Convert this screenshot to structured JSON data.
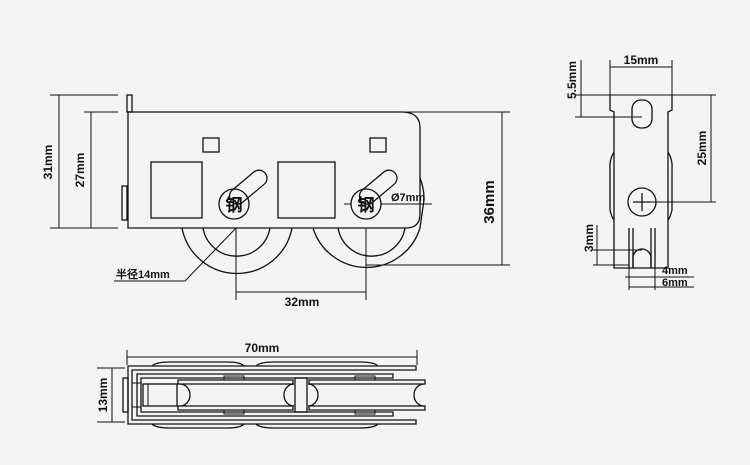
{
  "diagram": {
    "background": "#f4f4f4",
    "line_color": "#111111",
    "front_view": {
      "dim_total_height": "31mm",
      "dim_body_height": "27mm",
      "dim_overall_height": "36mm",
      "dim_axle_spacing": "32mm",
      "dim_pin_diameter": "Ø7mm",
      "dim_wheel_radius": "半径14mm",
      "pin_label_left": "钢",
      "pin_label_right": "钢"
    },
    "side_view": {
      "dim_width": "15mm",
      "dim_slot_offset": "5.5mm",
      "dim_slot_to_screw": "25mm",
      "dim_groove_depth": "3mm",
      "dim_groove_inner": "4mm",
      "dim_groove_outer": "6mm"
    },
    "top_view": {
      "dim_length": "70mm",
      "dim_thickness": "13mm"
    }
  }
}
